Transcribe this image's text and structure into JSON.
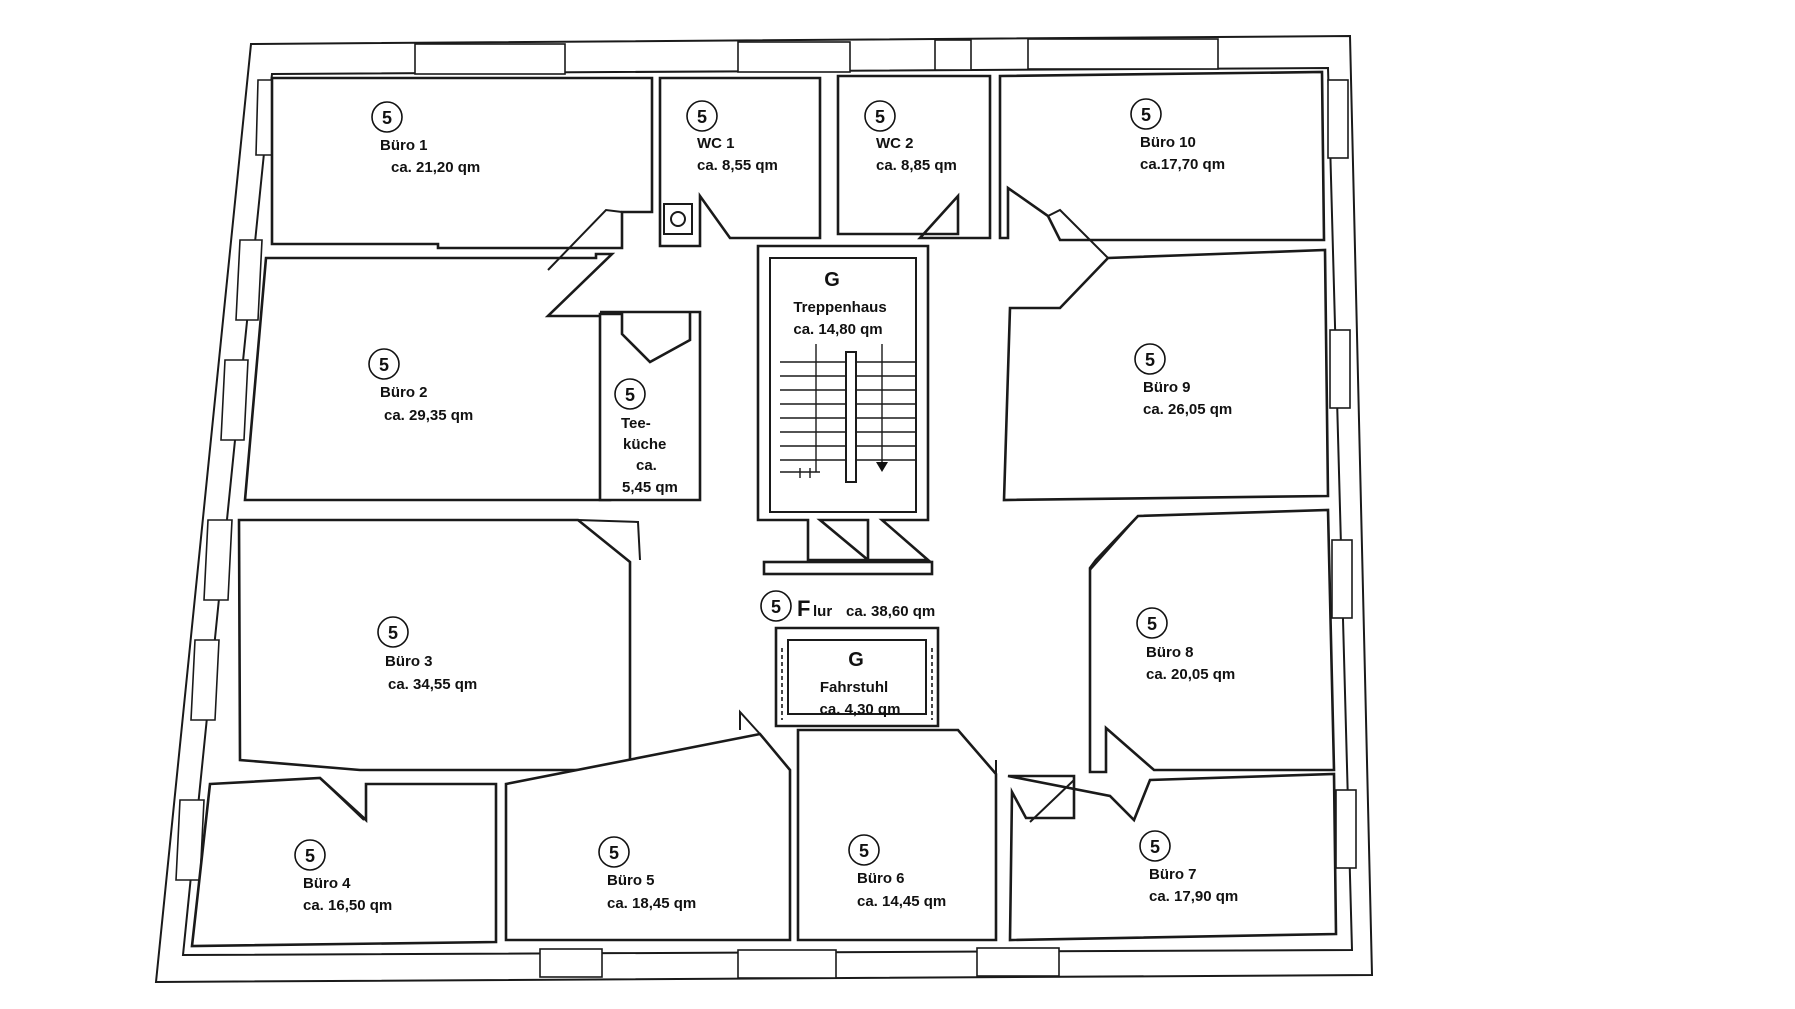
{
  "rooms": {
    "buero1": {
      "badge": "5",
      "label": "Büro 1",
      "area": "ca. 21,20 qm"
    },
    "wc1": {
      "badge": "5",
      "label": "WC 1",
      "area": "ca. 8,55 qm"
    },
    "wc2": {
      "badge": "5",
      "label": "WC 2",
      "area": "ca. 8,85 qm"
    },
    "buero10": {
      "badge": "5",
      "label": "Büro 10",
      "area": "ca.17,70 qm"
    },
    "buero2": {
      "badge": "5",
      "label": "Büro 2",
      "area": "ca. 29,35 qm"
    },
    "teekueche": {
      "badge": "5",
      "label_l1": "Tee-",
      "label_l2": "küche",
      "label_l3": "ca.",
      "area": "5,45 qm"
    },
    "treppenhaus": {
      "badge": "G",
      "label": "Treppenhaus",
      "area": "ca. 14,80 qm"
    },
    "buero9": {
      "badge": "5",
      "label": "Büro 9",
      "area": "ca. 26,05 qm"
    },
    "buero3": {
      "badge": "5",
      "label": "Büro 3",
      "area": "ca. 34,55 qm"
    },
    "flur": {
      "badge": "5",
      "label_big": "F",
      "label_small": "lur",
      "area": "ca. 38,60 qm"
    },
    "fahrstuhl": {
      "badge": "G",
      "label": "Fahrstuhl",
      "area": "ca. 4,30 qm"
    },
    "buero8": {
      "badge": "5",
      "label": "Büro 8",
      "area": "ca. 20,05 qm"
    },
    "buero4": {
      "badge": "5",
      "label": "Büro 4",
      "area": "ca. 16,50 qm"
    },
    "buero5": {
      "badge": "5",
      "label": "Büro 5",
      "area": "ca. 18,45 qm"
    },
    "buero6": {
      "badge": "5",
      "label": "Büro 6",
      "area": "ca. 14,45 qm"
    },
    "buero7": {
      "badge": "5",
      "label": "Büro 7",
      "area": "ca. 17,90 qm"
    }
  }
}
